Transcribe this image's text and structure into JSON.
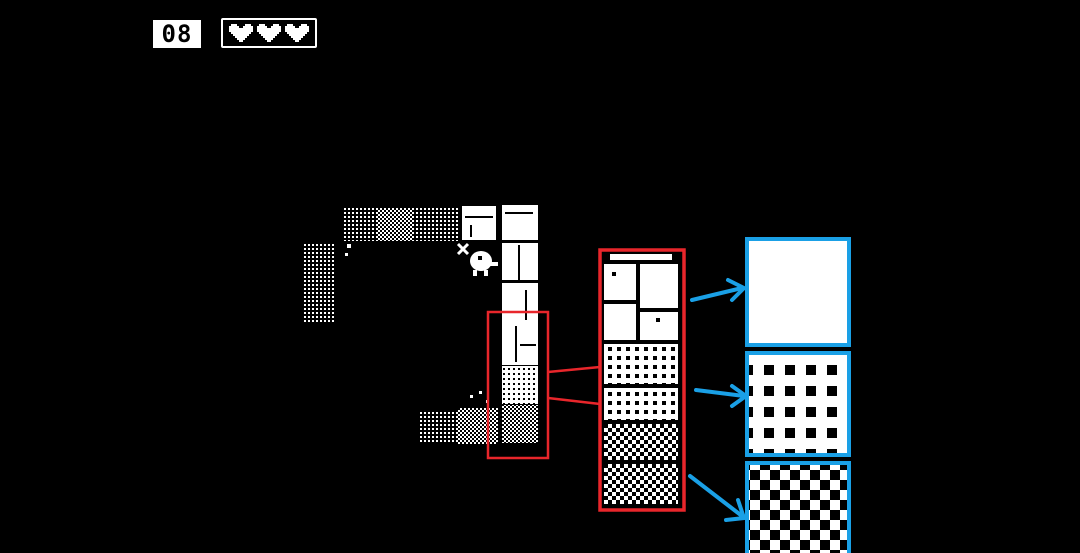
{
  "hud": {
    "counter": "08",
    "hearts_total": 3,
    "hearts_filled": 3
  },
  "icons": {
    "heart": "heart-icon",
    "player": "player-character-icon",
    "arrow": "arrow-icon"
  },
  "colors": {
    "background": "#000000",
    "foreground": "#ffffff",
    "highlight_red": "#e8262b",
    "callout_blue": "#1aa0e6"
  },
  "legend": {
    "patterns": [
      "solid",
      "grid",
      "checker"
    ]
  }
}
